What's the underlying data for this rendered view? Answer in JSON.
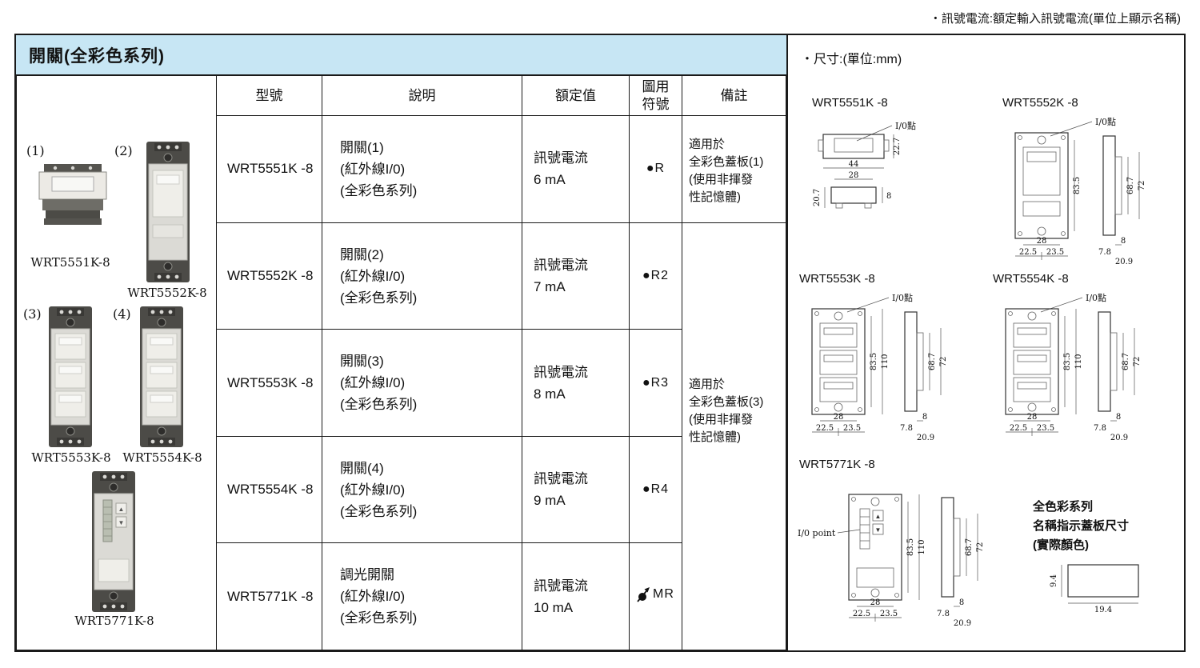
{
  "page": {
    "top_note": "・訊號電流:額定輸入訊號電流(單位上顯示名稱)"
  },
  "table": {
    "title": "開關(全彩色系列)",
    "headers": {
      "model": "型號",
      "desc": "說明",
      "rated": "額定值",
      "symbol_line1": "圖用",
      "symbol_line2": "符號",
      "notes": "備註"
    },
    "gallery": [
      {
        "num": "(1)",
        "caption": "WRT5551K-8"
      },
      {
        "num": "(2)",
        "caption": "WRT5552K-8"
      },
      {
        "num": "(3)",
        "caption": "WRT5553K-8"
      },
      {
        "num": "(4)",
        "caption": "WRT5554K-8"
      },
      {
        "num": "",
        "caption": "WRT5771K-8"
      }
    ],
    "rows": [
      {
        "model": "WRT5551K -8",
        "desc": [
          "開關(1)",
          "(紅外線I/0)",
          "(全彩色系列)"
        ],
        "rated": [
          "訊號電流",
          "6 mA"
        ],
        "symbol": "●R"
      },
      {
        "model": "WRT5552K -8",
        "desc": [
          "開關(2)",
          "(紅外線I/0)",
          "(全彩色系列)"
        ],
        "rated": [
          "訊號電流",
          "7 mA"
        ],
        "symbol": "●R2"
      },
      {
        "model": "WRT5553K -8",
        "desc": [
          "開關(3)",
          "(紅外線I/0)",
          "(全彩色系列)"
        ],
        "rated": [
          "訊號電流",
          "8 mA"
        ],
        "symbol": "●R3"
      },
      {
        "model": "WRT5554K -8",
        "desc": [
          "開關(4)",
          "(紅外線I/0)",
          "(全彩色系列)"
        ],
        "rated": [
          "訊號電流",
          "9 mA"
        ],
        "symbol": "●R4"
      },
      {
        "model": "WRT5771K -8",
        "desc": [
          "調光開關",
          "(紅外線I/0)",
          "(全彩色系列)"
        ],
        "rated": [
          "訊號電流",
          "10 mA"
        ],
        "symbol": "MR"
      }
    ],
    "note_row1": [
      "適用於",
      "全彩色蓋板(1)",
      "(使用非揮發",
      "性記憶體)"
    ],
    "note_merged": [
      "適用於",
      "全彩色蓋板(3)",
      "(使用非揮發",
      "性記憶體)"
    ]
  },
  "dims": {
    "title": "・尺寸:(單位:mm)",
    "io_label": "I/0點",
    "io_label_en": "I/0 point",
    "d5551": {
      "title": "WRT5551K -8",
      "h": "22.7",
      "w": "44",
      "w2": "28",
      "side_h": "20.7",
      "depth": "8"
    },
    "d5552": {
      "title": "WRT5552K -8",
      "plate": "83.5",
      "body": "68.7",
      "outer": "72",
      "w": "28",
      "wl": "22.5",
      "wr": "23.5",
      "d1": "7.8",
      "d2": "20.9",
      "d3": "8"
    },
    "d5553": {
      "title": "WRT5553K -8",
      "plate": "83.5",
      "height": "110",
      "body": "68.7",
      "outer": "72",
      "w": "28",
      "wl": "22.5",
      "wr": "23.5",
      "d1": "7.8",
      "d2": "20.9",
      "d3": "8"
    },
    "d5554": {
      "title": "WRT5554K -8",
      "plate": "83.5",
      "height": "110",
      "body": "68.7",
      "outer": "72",
      "w": "28",
      "wl": "22.5",
      "wr": "23.5",
      "d1": "7.8",
      "d2": "20.9",
      "d3": "8"
    },
    "d5771": {
      "title": "WRT5771K -8",
      "plate": "83.5",
      "height": "110",
      "body": "68.7",
      "outer": "72",
      "w": "28",
      "wl": "22.5",
      "wr": "23.5",
      "d1": "7.8",
      "d2": "20.9",
      "d3": "8",
      "up": "▲",
      "down": "▼"
    },
    "color_plate": {
      "lines": [
        "全色彩系列",
        "名稱指示蓋板尺寸",
        "(實際顏色)"
      ],
      "h": "9.4",
      "w": "19.4"
    }
  }
}
